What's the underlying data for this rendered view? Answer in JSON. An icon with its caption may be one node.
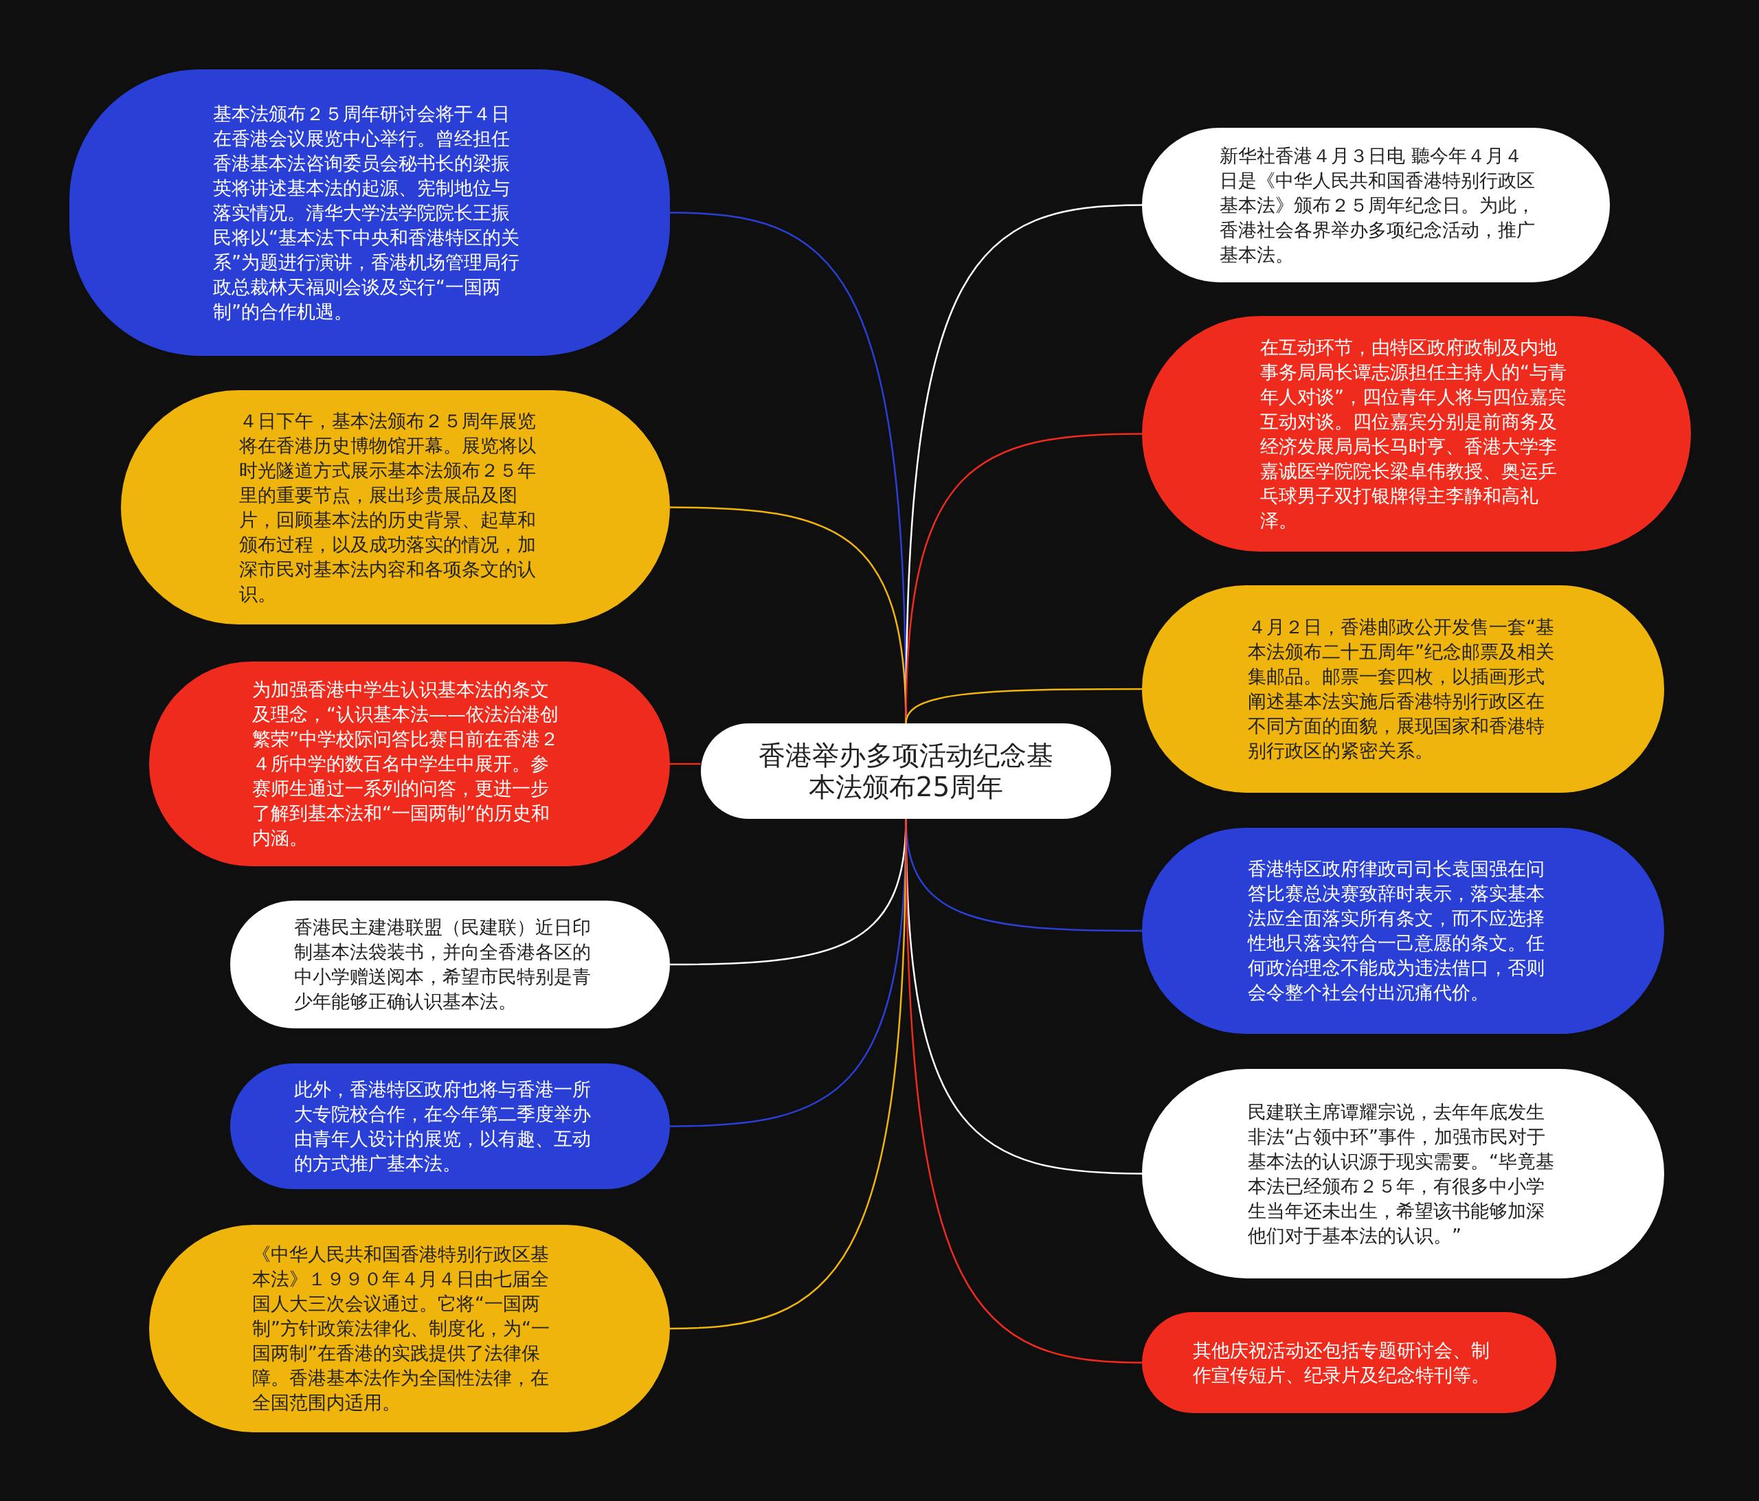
{
  "diagram": {
    "nodes": [
      {
        "text": [
          "香港举办多项活动纪念基本法颁布25周年"
        ]
      },
      {
        "text": [
          "基本法颁布２５周年研讨会将于４日在香港会议展览中心举行。曾经担任香港基本法咨询委员会秘书长的梁振英将讲述基本法的起源、宪制地位与落实情况。清华大学法学院院长王振民将以“基本法下中央和香港特区的关系”为题进行演讲，香港机场管理局行政总裁林天福则会谈及实行“一国两制”的合作机遇。"
        ]
      },
      {
        "text": [
          "４日下午，基本法颁布２５周年展览将在香港历史博物馆开幕。展览将以时光隧道方式展示基本法颁布２５年里的重要节点，展出珍贵展品及图片，回顾基本法的历史背景、起草和颁布过程，以及成功落实的情况，加深市民对基本法内容和各项条文的认识。"
        ]
      },
      {
        "text": [
          "为加强香港中学生认识基本法的条文及理念，“认识基本法——依法治港创繁荣”中学校际问答比赛日前在香港２４所中学的数百名中学生中展开。参赛师生通过一系列的问答，更进一步了解到基本法和“一国两制”的历史和内涵。"
        ]
      },
      {
        "text": [
          "香港民主建港联盟（民建联）近日印制基本法袋装书，并向全香港各区的中小学赠送阅本，希望市民特别是青少年能够正确认识基本法。"
        ]
      },
      {
        "text": [
          "此外，香港特区政府也将与香港一所大专院校合作，在今年第二季度举办由青年人设计的展览，以有趣、互动的方式推广基本法。"
        ]
      },
      {
        "text": [
          "《中华人民共和国香港特别行政区基本法》１９９０年４月４日由七届全国人大三次会议通过。它将“一国两制”方针政策法律化、制度化，为“一国两制”在香港的实践提供了法律保障。香港基本法作为全国性法律，在全国范围内适用。"
        ]
      },
      {
        "text": [
          "新华社香港４月３日电 聽今年４月４日是《中华人民共和国香港特别行政区基本法》颁布２５周年纪念日。为此，香港社会各界举办多项纪念活动，推广基本法。"
        ]
      },
      {
        "text": [
          "在互动环节，由特区政府政制及内地事务局局长谭志源担任主持人的“与青年人对谈”，四位青年人将与四位嘉宾互动对谈。四位嘉宾分别是前商务及经济发展局局长马时亨、香港大学李嘉诚医学院院长梁卓伟教授、奥运乒乓球男子双打银牌得主李静和高礼泽。"
        ]
      },
      {
        "text": [
          "４月２日，香港邮政公开发售一套“基本法颁布二十五周年”纪念邮票及相关集邮品。邮票一套四枚，以插画形式阐述基本法实施后香港特别行政区在不同方面的面貌，展现国家和香港特别行政区的紧密关系。"
        ]
      },
      {
        "text": [
          "香港特区政府律政司司长袁国强在问答比赛总决赛致辞时表示，落实基本法应全面落实所有条文，而不应选择性地只落实符合一己意愿的条文。任何政治理念不能成为违法借口，否则会令整个社会付出沉痛代价。"
        ]
      },
      {
        "text": [
          "民建联主席谭耀宗说，去年年底发生非法“占领中环”事件，加强市民对于基本法的认识源于现实需要。“毕竟基本法已经颁布２５年，有很多中小学生当年还未出生，希望该书能够加深他们对于基本法的认识。”"
        ]
      },
      {
        "text": [
          "其他庆祝活动还包括专题研讨会、制作宣传短片、纪录片及纪念特刊等。"
        ]
      }
    ],
    "edges": [
      {
        "from": 0,
        "to": 1,
        "arrow": "none",
        "color": "#2a3fd6"
      },
      {
        "from": 0,
        "to": 2,
        "arrow": "none",
        "color": "#f0b50c"
      },
      {
        "from": 0,
        "to": 3,
        "arrow": "none",
        "color": "#ee2b1c"
      },
      {
        "from": 0,
        "to": 4,
        "arrow": "none",
        "color": "#ffffff"
      },
      {
        "from": 0,
        "to": 5,
        "arrow": "none",
        "color": "#2a3fd6"
      },
      {
        "from": 0,
        "to": 6,
        "arrow": "none",
        "color": "#f0b50c"
      },
      {
        "from": 0,
        "to": 7,
        "arrow": "none",
        "color": "#ffffff"
      },
      {
        "from": 0,
        "to": 8,
        "arrow": "none",
        "color": "#ee2b1c"
      },
      {
        "from": 0,
        "to": 9,
        "arrow": "none",
        "color": "#f0b50c"
      },
      {
        "from": 0,
        "to": 10,
        "arrow": "none",
        "color": "#2a3fd6"
      },
      {
        "from": 0,
        "to": 11,
        "arrow": "none",
        "color": "#ffffff"
      },
      {
        "from": 0,
        "to": 12,
        "arrow": "none",
        "color": "#ee2b1c"
      }
    ]
  }
}
